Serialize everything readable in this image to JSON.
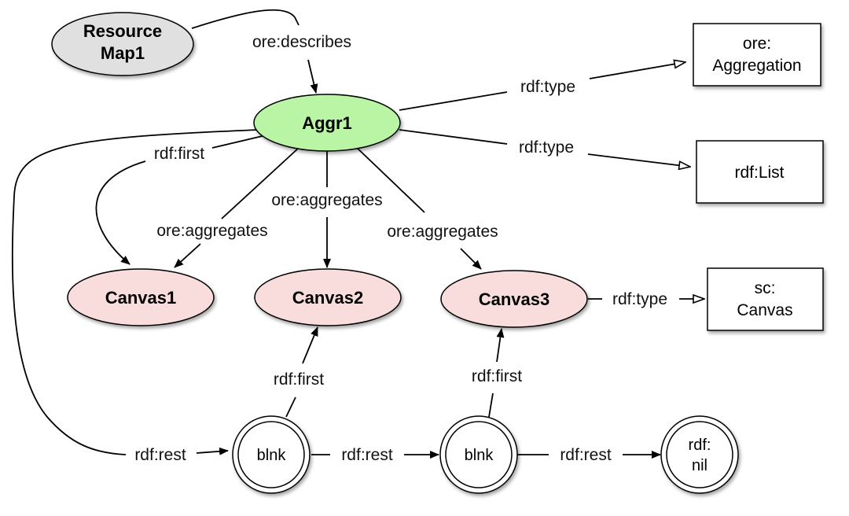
{
  "nodes": {
    "resource_map": {
      "line1": "Resource",
      "line2": "Map1",
      "fill": "#e0e0e0"
    },
    "aggr1": {
      "label": "Aggr1",
      "fill": "#b9f5a4"
    },
    "canvas1": {
      "label": "Canvas1",
      "fill": "#f9dcdc"
    },
    "canvas2": {
      "label": "Canvas2",
      "fill": "#f9dcdc"
    },
    "canvas3": {
      "label": "Canvas3",
      "fill": "#f9dcdc"
    },
    "blank1": {
      "label": "blnk"
    },
    "blank2": {
      "label": "blnk"
    },
    "nil": {
      "line1": "rdf:",
      "line2": "nil"
    },
    "type_aggregation": {
      "line1": "ore:",
      "line2": "Aggregation"
    },
    "type_list": {
      "label": "rdf:List"
    },
    "type_canvas": {
      "line1": "sc:",
      "line2": "Canvas"
    }
  },
  "edges": {
    "describes": "ore:describes",
    "type_aggregation": "rdf:type",
    "type_list": "rdf:type",
    "first_canvas1": "rdf:first",
    "aggregates_canvas1": "ore:aggregates",
    "aggregates_canvas2": "ore:aggregates",
    "aggregates_canvas3": "ore:aggregates",
    "type_canvas": "rdf:type",
    "blank1_first": "rdf:first",
    "blank2_first": "rdf:first",
    "rest_to_blank1": "rdf:rest",
    "rest_blank1_blank2": "rdf:rest",
    "rest_blank2_nil": "rdf:rest"
  }
}
